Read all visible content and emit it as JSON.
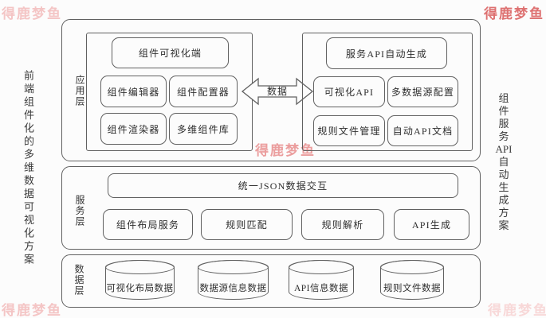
{
  "watermark": {
    "text": "得鹿梦鱼"
  },
  "titles": {
    "left": "前端组件化的多维数据可视化方案",
    "right_chars": [
      "组",
      "件",
      "服",
      "务",
      "API",
      "自",
      "动",
      "生",
      "成",
      "方",
      "案"
    ]
  },
  "layers": {
    "application": {
      "label": "应用层",
      "left_group": {
        "top_box": "组件可视化端",
        "boxes": [
          "组件编辑器",
          "组件配置器",
          "组件渲染器",
          "多维组件库"
        ]
      },
      "arrow_label": "数据",
      "right_group": {
        "top_box": "服务API自动生成",
        "boxes": [
          "可视化API",
          "多数据源配置",
          "规则文件管理",
          "自动API文档"
        ]
      }
    },
    "service": {
      "label": "服务层",
      "top_box": "统一JSON数据交互",
      "boxes": [
        "组件布局服务",
        "规则匹配",
        "规则解析",
        "API生成"
      ]
    },
    "data": {
      "label": "数据层",
      "cylinders": [
        "可视化布局数据",
        "数据源信息数据",
        "API信息数据",
        "规则文件数据"
      ]
    }
  },
  "colors": {
    "line": "#616161",
    "text": "#2e2e2e",
    "bg": "#fcfcfc",
    "wm-strong": "#de7272",
    "wm-mid": "#eb9e9e",
    "wm-light": "#f4c5c5",
    "wm-faint": "#f8d8d8"
  }
}
